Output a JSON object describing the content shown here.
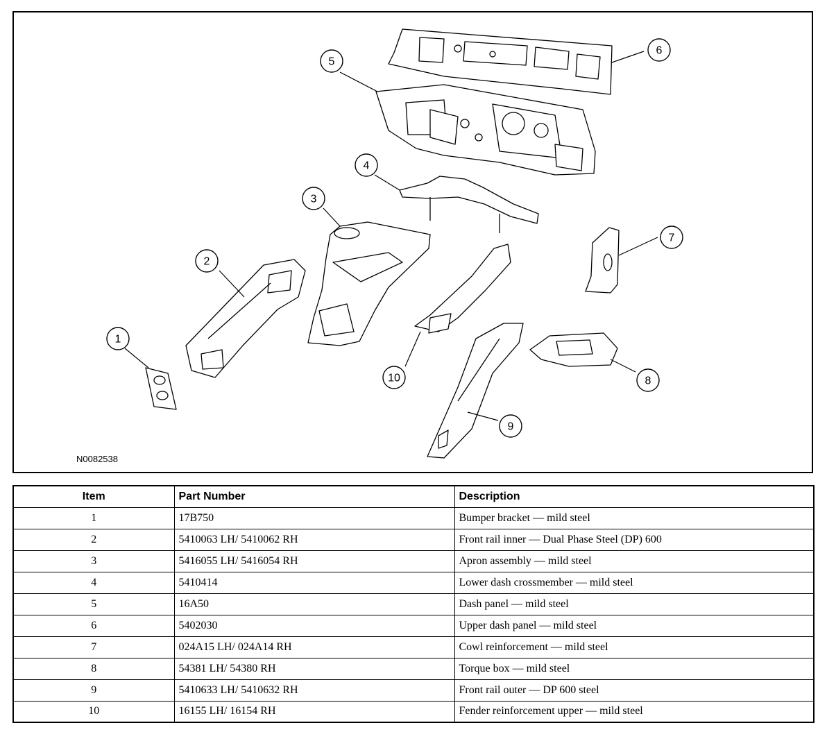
{
  "figure": {
    "code": "N0082538",
    "callouts": [
      "1",
      "2",
      "3",
      "4",
      "5",
      "6",
      "7",
      "8",
      "9",
      "10"
    ]
  },
  "table": {
    "headers": {
      "item": "Item",
      "part_number": "Part Number",
      "description": "Description"
    },
    "rows": [
      {
        "item": "1",
        "part_number": "17B750",
        "description": "Bumper bracket — mild steel"
      },
      {
        "item": "2",
        "part_number": "5410063 LH/ 5410062 RH",
        "description": "Front rail inner — Dual Phase Steel (DP) 600"
      },
      {
        "item": "3",
        "part_number": "5416055 LH/ 5416054 RH",
        "description": "Apron assembly — mild steel"
      },
      {
        "item": "4",
        "part_number": "5410414",
        "description": "Lower dash crossmember — mild steel"
      },
      {
        "item": "5",
        "part_number": "16A50",
        "description": "Dash panel — mild steel"
      },
      {
        "item": "6",
        "part_number": "5402030",
        "description": "Upper dash panel — mild steel"
      },
      {
        "item": "7",
        "part_number": "024A15 LH/ 024A14 RH",
        "description": "Cowl reinforcement — mild steel"
      },
      {
        "item": "8",
        "part_number": "54381 LH/ 54380 RH",
        "description": "Torque box — mild steel"
      },
      {
        "item": "9",
        "part_number": "5410633 LH/ 5410632 RH",
        "description": "Front rail outer — DP 600 steel"
      },
      {
        "item": "10",
        "part_number": "16155 LH/ 16154 RH",
        "description": "Fender reinforcement upper — mild steel"
      }
    ]
  }
}
